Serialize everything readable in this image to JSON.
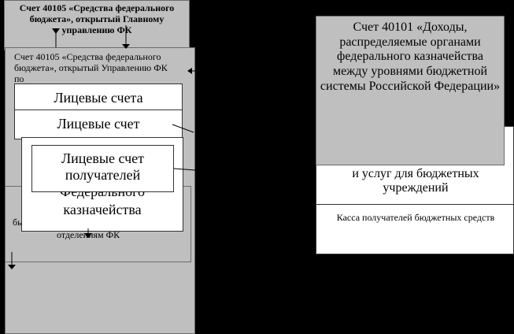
{
  "left": {
    "top_box": "Счет 40105 «Средства федерального бюджета», открытый Главному управлению ФК",
    "second_box_visible": "Счет 40105 «Средства федерального бюджета», открытый Управлению ФК по",
    "bottom_strip_left": "бь",
    "bottom_strip_right": "отделениям ФК"
  },
  "stack": {
    "card1": "Лицевые счета",
    "card2": "Лицевые счет",
    "card3_line1": "Федерального",
    "card3_line2": "казначейства",
    "card4": "Лицевые счет получателей"
  },
  "right": {
    "top_box": "Счет 40101 «Доходы, распределяемые органами федерального казначейства между уровнями бюджетной системы Российской Федерации»",
    "mid_box": "и услуг для бюджетных учреждений",
    "bottom_box": "Касса получателей бюджетных средств"
  }
}
